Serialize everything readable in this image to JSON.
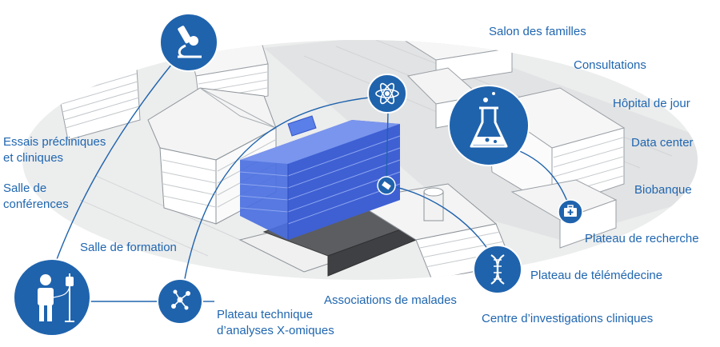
{
  "colors": {
    "accent": "#1f66b0",
    "icon_fill": "#1f63ad",
    "building_highlight": "#4a6fe0"
  },
  "labels": {
    "salon_familles": "Salon des familles",
    "consultations": "Consultations",
    "hopital_jour": "Hôpital de jour",
    "data_center": "Data center",
    "biobanque": "Biobanque",
    "plateau_recherche": "Plateau de recherche",
    "plateau_telemedecine": "Plateau de télémédecine",
    "centre_investigations": "Centre d’investigations cliniques",
    "associations_malades": "Associations de malades",
    "plateau_technique_l1": "Plateau technique",
    "plateau_technique_l2": "d’analyses X-omiques",
    "salle_formation": "Salle de formation",
    "salle_conferences_l1": "Salle de",
    "salle_conferences_l2": "conférences",
    "essais_l1": "Essais précliniques",
    "essais_l2": "et cliniques"
  },
  "icons": [
    "microscope-icon",
    "atom-icon",
    "lab-flask-icon",
    "satellite-icon",
    "medical-kit-icon",
    "dna-icon",
    "network-icon",
    "patient-iv-icon"
  ]
}
